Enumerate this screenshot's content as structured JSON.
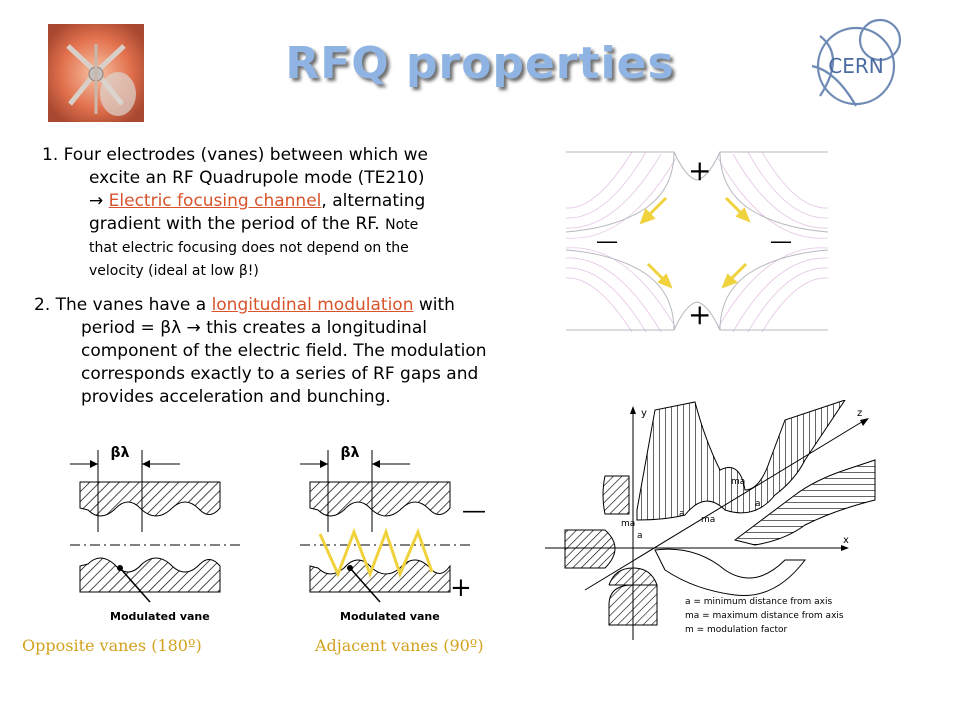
{
  "title": "RFQ properties",
  "logo": {
    "text": "CERN",
    "icon": "cern-logo-icon"
  },
  "photo": {
    "icon": "rfq-photo"
  },
  "item1": {
    "prefix": "1. Four electrodes (vanes) between which we",
    "line2": "excite an RF Quadrupole mode (TE210)",
    "arrow": "→",
    "link": "Electric focusing channel",
    "after_link": ", alternating",
    "line4a": "gradient with the period of the RF.",
    "note_a": "Note",
    "note_b": "that electric focusing does not depend on the",
    "note_c_pre": "velocity (ideal at low ",
    "note_c_beta": "β",
    "note_c_post": "!)"
  },
  "item2": {
    "prefix": "2. The vanes have a ",
    "link": "longitudinal modulation",
    "after_link": " with",
    "line2_pre": "period = ",
    "line2_bl": "βλ",
    "line2_arrow": " → ",
    "line2_post": "this creates a longitudinal",
    "line3": "component of the electric field. The modulation",
    "line4": "corresponds exactly to a series of RF gaps and",
    "line5": "provides acceleration and bunching."
  },
  "quad": {
    "plus": "+",
    "minus": "—"
  },
  "vane_diag": {
    "bl_label": "βλ",
    "vane_label": "Modulated vane",
    "plus": "+",
    "minus": "—"
  },
  "axes": {
    "y": "y",
    "z": "z",
    "x": "x",
    "ma": "ma",
    "a": "a",
    "legend1": "a  = minimum distance from axis",
    "legend2": "ma = maximum distance from axis",
    "legend3": "m  = modulation factor"
  },
  "captions": {
    "opposite": "Opposite vanes (180º)",
    "adjacent": "Adjacent vanes (90º)"
  },
  "colors": {
    "title": "#8fb4e3",
    "link": "#d9532c",
    "arrow": "#f0d23c",
    "caption": "#d2a21e"
  }
}
